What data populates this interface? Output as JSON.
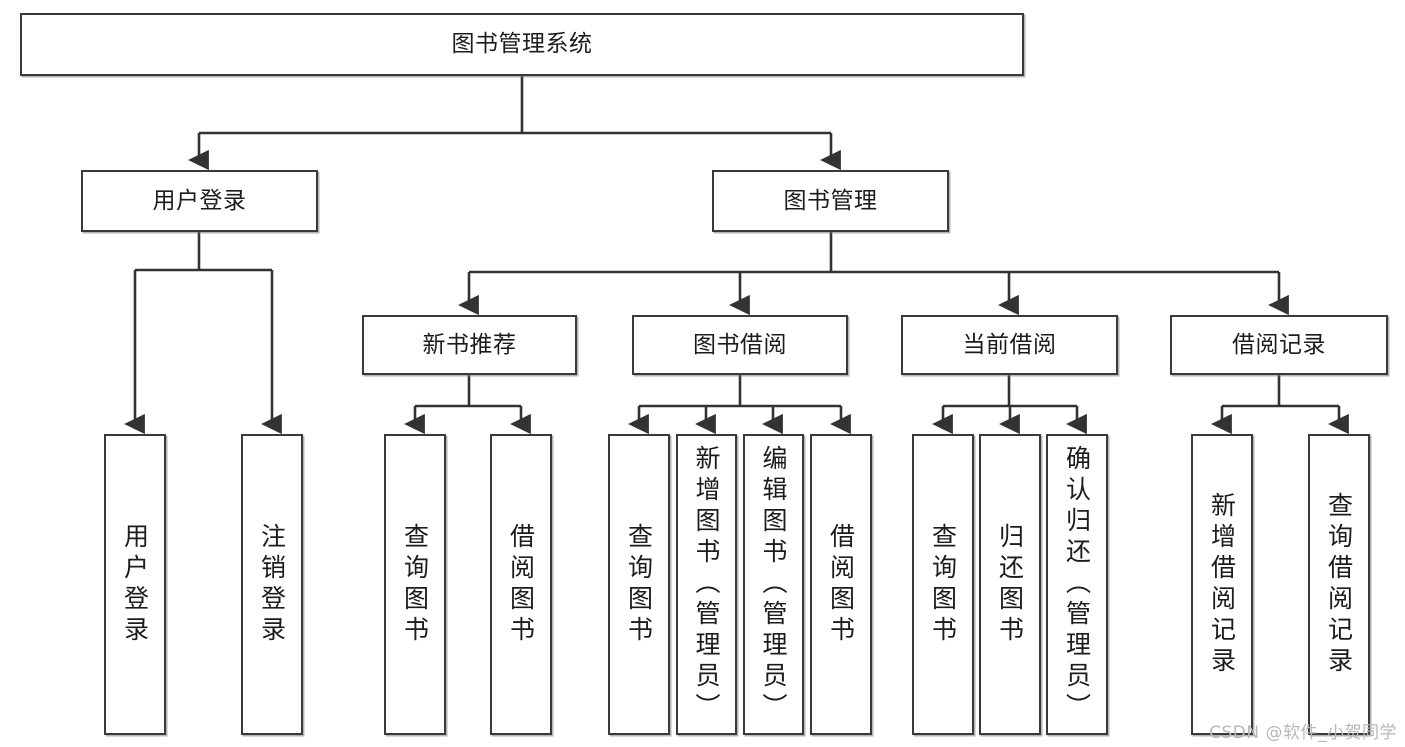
{
  "diagram": {
    "title_box": {
      "label": "图书管理系统"
    },
    "level2": [
      {
        "id": "user-login",
        "label": "用户登录"
      },
      {
        "id": "book-management",
        "label": "图书管理"
      }
    ],
    "level3": [
      {
        "id": "new-book-recommend",
        "label": "新书推荐"
      },
      {
        "id": "book-borrow",
        "label": "图书借阅"
      },
      {
        "id": "current-borrow",
        "label": "当前借阅"
      },
      {
        "id": "borrow-record",
        "label": "借阅记录"
      }
    ],
    "leaves": [
      {
        "id": "leaf-user-login",
        "label": "用户登录"
      },
      {
        "id": "leaf-logout-login",
        "label": "注销登录"
      },
      {
        "id": "leaf-query-book-1",
        "label": "查询图书"
      },
      {
        "id": "leaf-borrow-book-1",
        "label": "借阅图书"
      },
      {
        "id": "leaf-query-book-2",
        "label": "查询图书"
      },
      {
        "id": "leaf-add-book",
        "label": "新增图书（管理员）"
      },
      {
        "id": "leaf-edit-book",
        "label": "编辑图书（管理员）"
      },
      {
        "id": "leaf-borrow-book-2",
        "label": "借阅图书"
      },
      {
        "id": "leaf-query-book-3",
        "label": "查询图书"
      },
      {
        "id": "leaf-return-book",
        "label": "归还图书"
      },
      {
        "id": "leaf-confirm-return",
        "label": "确认归还（管理员）"
      },
      {
        "id": "leaf-add-borrow-record",
        "label": "新增借阅记录"
      },
      {
        "id": "leaf-query-borrow-record",
        "label": "查询借阅记录"
      }
    ],
    "watermark": "CSDN @软件_小贺同学",
    "colors": {
      "box_border": "#3a3a3a",
      "box_fill": "#ffffff",
      "connector": "#333333",
      "text": "#1c1c1c",
      "watermark": "#b8b8b8"
    }
  }
}
